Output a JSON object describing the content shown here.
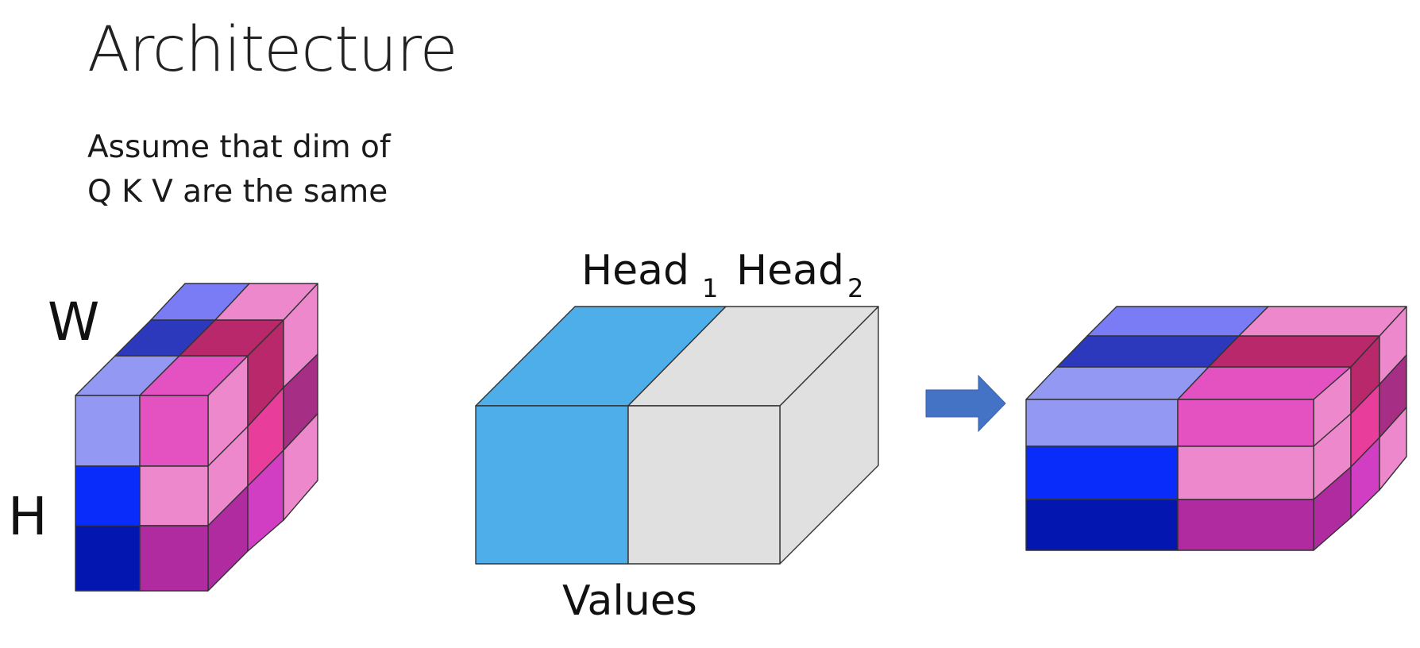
{
  "title": "Architecture",
  "note": {
    "line1": "Assume that dim of",
    "line2": "Q K V are the same"
  },
  "left_cube": {
    "label_w": "W",
    "label_h": "H"
  },
  "values_block": {
    "head1_text": "Head",
    "head1_sub": "1",
    "head2_text": "Head",
    "head2_sub": "2",
    "values_label": "Values",
    "head1_color": "#4eaeea",
    "head2_color": "#e0e0e0"
  },
  "arrow": {
    "icon": "right-arrow-icon",
    "color": "#4472c4"
  },
  "palette": {
    "light_blue": "#9399f2",
    "mid_blue": "#0a2cfa",
    "dark_blue": "#0317b0",
    "magenta": "#e451c0",
    "light_pink": "#ee88cc",
    "purple": "#b02aa0",
    "maroon": "#b8286a",
    "navy": "#2d39bd",
    "violet": "#7a7cf6"
  }
}
